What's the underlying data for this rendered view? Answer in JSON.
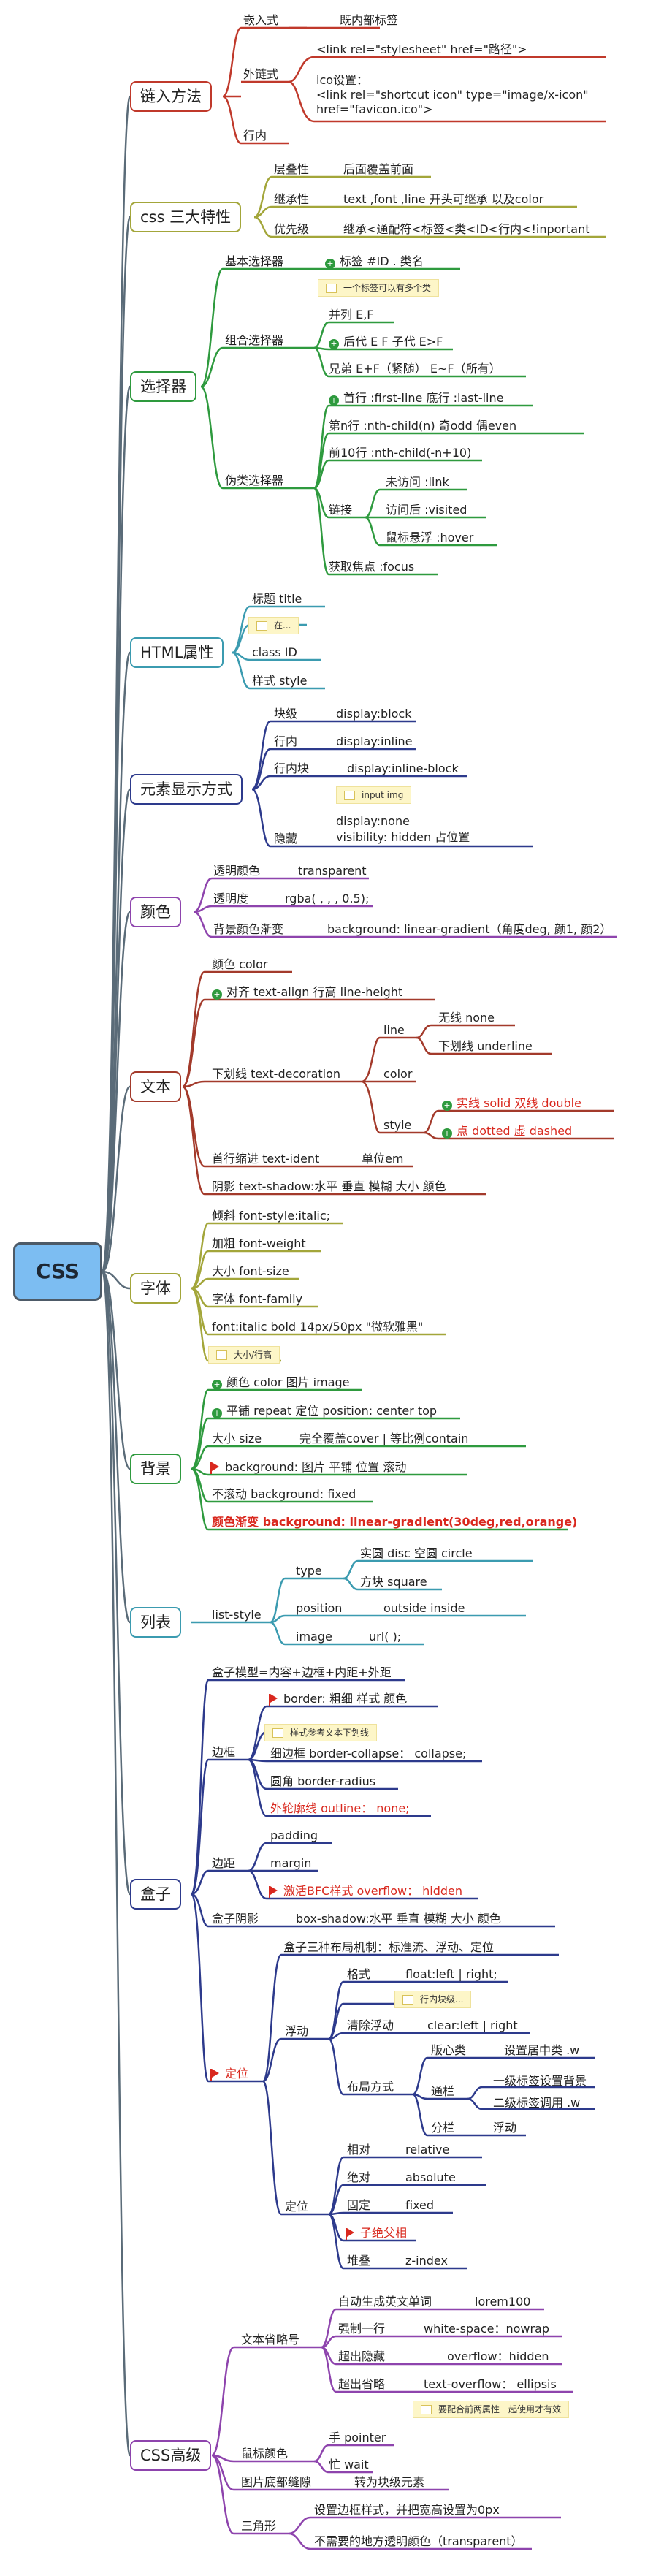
{
  "root": "CSS",
  "branches": [
    {
      "title": "链入方法",
      "color": "#c0392b",
      "items": [
        {
          "text": "嵌入式",
          "sub": [
            "既内部标签"
          ]
        },
        {
          "text": "外链式",
          "sub": [
            "<link rel=\"stylesheet\" href=\"路径\">",
            "ico设置：",
            "<link rel=\"shortcut icon\" type=\"image/x-icon\"",
            "href=\"favicon.ico\">"
          ]
        },
        {
          "text": "行内"
        }
      ]
    },
    {
      "title": "css 三大特性",
      "color": "#a3a63a",
      "items": [
        {
          "text": "层叠性",
          "value": "后面覆盖前面"
        },
        {
          "text": "继承性",
          "value": "text ,font ,line 开头可继承 以及color"
        },
        {
          "text": "优先级",
          "value": "继承<通配符<标签<类<ID<行内<!inportant"
        }
      ]
    },
    {
      "title": "选择器",
      "color": "#2e9a3e",
      "items": [
        {
          "text": "基本选择器",
          "value": "标签  #ID   . 类名",
          "note": "一个标签可以有多个类"
        },
        {
          "text": "组合选择器",
          "sub": [
            "并列  E,F",
            "后代  E  F  子代  E>F",
            "兄弟  E+F（紧随）   E~F（所有）"
          ]
        },
        {
          "text": "伪类选择器",
          "sub": [
            "首行  :first-line  底行 :last-line",
            "第n行 :nth-child(n)  奇odd  偶even",
            "前10行 :nth-child(-n+10)",
            "链接",
            "获取焦点   :focus"
          ],
          "link": [
            "未访问  :link",
            "访问后  :visited",
            "鼠标悬浮  :hover"
          ]
        }
      ]
    },
    {
      "title": "HTML属性",
      "color": "#3b9bb0",
      "items": [
        {
          "text": "标题  title"
        },
        {
          "note": "在..."
        },
        {
          "text": "class  ID"
        },
        {
          "text": "样式  style"
        }
      ]
    },
    {
      "title": "元素显示方式",
      "color": "#2d3a8c",
      "items": [
        {
          "text": "块级",
          "value": "display:block"
        },
        {
          "text": "行内",
          "value": "display:inline"
        },
        {
          "text": "行内块",
          "value": "display:inline-block",
          "note": "input img"
        },
        {
          "text": "隐藏",
          "value": "display:none",
          "value2": "visibility:  hidden  占位置"
        }
      ]
    },
    {
      "title": "颜色",
      "color": "#8e44ad",
      "items": [
        {
          "text": "透明颜色",
          "value": "transparent"
        },
        {
          "text": "透明度",
          "value": "rgba( , , , 0.5);"
        },
        {
          "text": "背景颜色渐变",
          "value": "background:  linear-gradient（角度deg, 颜1, 颜2）"
        }
      ]
    },
    {
      "title": "文本",
      "color": "#a33a2b",
      "items": [
        {
          "text": "颜色  color"
        },
        {
          "text": "对齐  text-align     行高  line-height"
        },
        {
          "text": "下划线  text-decoration",
          "line": [
            "无线 none",
            "下划线 underline"
          ],
          "color": "color",
          "style": [
            "实线  solid  双线  double",
            "点 dotted   虚 dashed"
          ]
        },
        {
          "text": "首行缩进  text-ident",
          "value": "单位em"
        },
        {
          "text": "阴影  text-shadow:水平 垂直  模糊  大小  颜色"
        }
      ]
    },
    {
      "title": "字体",
      "color": "#a3a63a",
      "items": [
        {
          "text": "倾斜  font-style:italic;"
        },
        {
          "text": "加粗  font-weight"
        },
        {
          "text": "大小 font-size"
        },
        {
          "text": "字体  font-family"
        },
        {
          "text": "font:italic  bold  14px/50px \"微软雅黑\""
        },
        {
          "note": "大小/行高"
        }
      ]
    },
    {
      "title": "背景",
      "color": "#2e9a3e",
      "items": [
        {
          "text": "颜色 color   图片 image"
        },
        {
          "text": "平铺  repeat  定位  position:  center top"
        },
        {
          "text": "大小 size",
          "value": "完全覆盖cover | 等比例contain"
        },
        {
          "text": "background:  图片  平铺  位置  滚动"
        },
        {
          "text": "不滚动 background:  fixed"
        },
        {
          "text": "颜色渐变  background:   linear-gradient(30deg,red,orange)"
        }
      ]
    },
    {
      "title": "列表",
      "color": "#3b9bb0",
      "items": [
        {
          "text": "list-style",
          "sub": [
            "type",
            "position",
            "image"
          ],
          "type": [
            "实圆 disc  空圆 circle",
            "方块 square"
          ],
          "position": "outside  inside",
          "image": "url( );"
        }
      ]
    },
    {
      "title": "盒子",
      "color": "#2d3a8c",
      "items": [
        {
          "text": "盒子模型=内容+边框+内距+外距"
        },
        {
          "text": "边框",
          "sub": [
            "border: 粗细  样式 颜色",
            "细边框 border-collapse： collapse;",
            "圆角  border-radius",
            "外轮廓线 outline： none;"
          ],
          "note": "样式参考文本下划线"
        },
        {
          "text": "边距",
          "sub": [
            "padding",
            "margin",
            "激活BFC样式  overflow： hidden"
          ]
        },
        {
          "text": "盒子阴影",
          "value": "box-shadow:水平 垂直  模糊  大小  颜色"
        },
        {
          "text": "定位",
          "head": "盒子三种布局机制：标准流、浮动、定位",
          "float": {
            "label": "浮动",
            "items": [
              {
                "text": "格式",
                "value": "float:left | right;",
                "note": "行内块级..."
              },
              {
                "text": "清除浮动",
                "value": "clear:left | right"
              },
              {
                "text": "布局方式",
                "sub": [
                  {
                    "text": "版心类",
                    "value": "设置居中类 .w"
                  },
                  {
                    "text": "通栏",
                    "value": "一级标签设置背景",
                    "value2": "二级标签调用 .w"
                  },
                  {
                    "text": "分栏",
                    "value": "浮动"
                  }
                ]
              }
            ]
          },
          "pos": {
            "label": "定位",
            "items": [
              {
                "text": "相对",
                "value": "relative"
              },
              {
                "text": "绝对",
                "value": "absolute"
              },
              {
                "text": "固定",
                "value": "fixed"
              },
              {
                "text": "子绝父相"
              },
              {
                "text": "堆叠",
                "value": "z-index"
              }
            ]
          }
        }
      ]
    },
    {
      "title": "CSS高级",
      "color": "#8e44ad",
      "items": [
        {
          "text": "文本省略号",
          "sub": [
            {
              "text": "自动生成英文单词",
              "value": "lorem100"
            },
            {
              "text": "强制一行",
              "value": "white-space：nowrap"
            },
            {
              "text": "超出隐藏",
              "value": "overflow：hidden"
            },
            {
              "text": "超出省略",
              "value": "text-overflow： ellipsis"
            }
          ],
          "note": "要配合前两属性一起使用才有效"
        },
        {
          "text": "鼠标颜色",
          "sub": [
            "手  pointer",
            "忙  wait"
          ]
        },
        {
          "text": "图片底部缝隙",
          "value": "转为块级元素"
        },
        {
          "text": "三角形",
          "sub": [
            "设置边框样式，并把宽高设置为0px",
            "不需要的地方透明颜色（transparent）"
          ]
        }
      ]
    }
  ]
}
